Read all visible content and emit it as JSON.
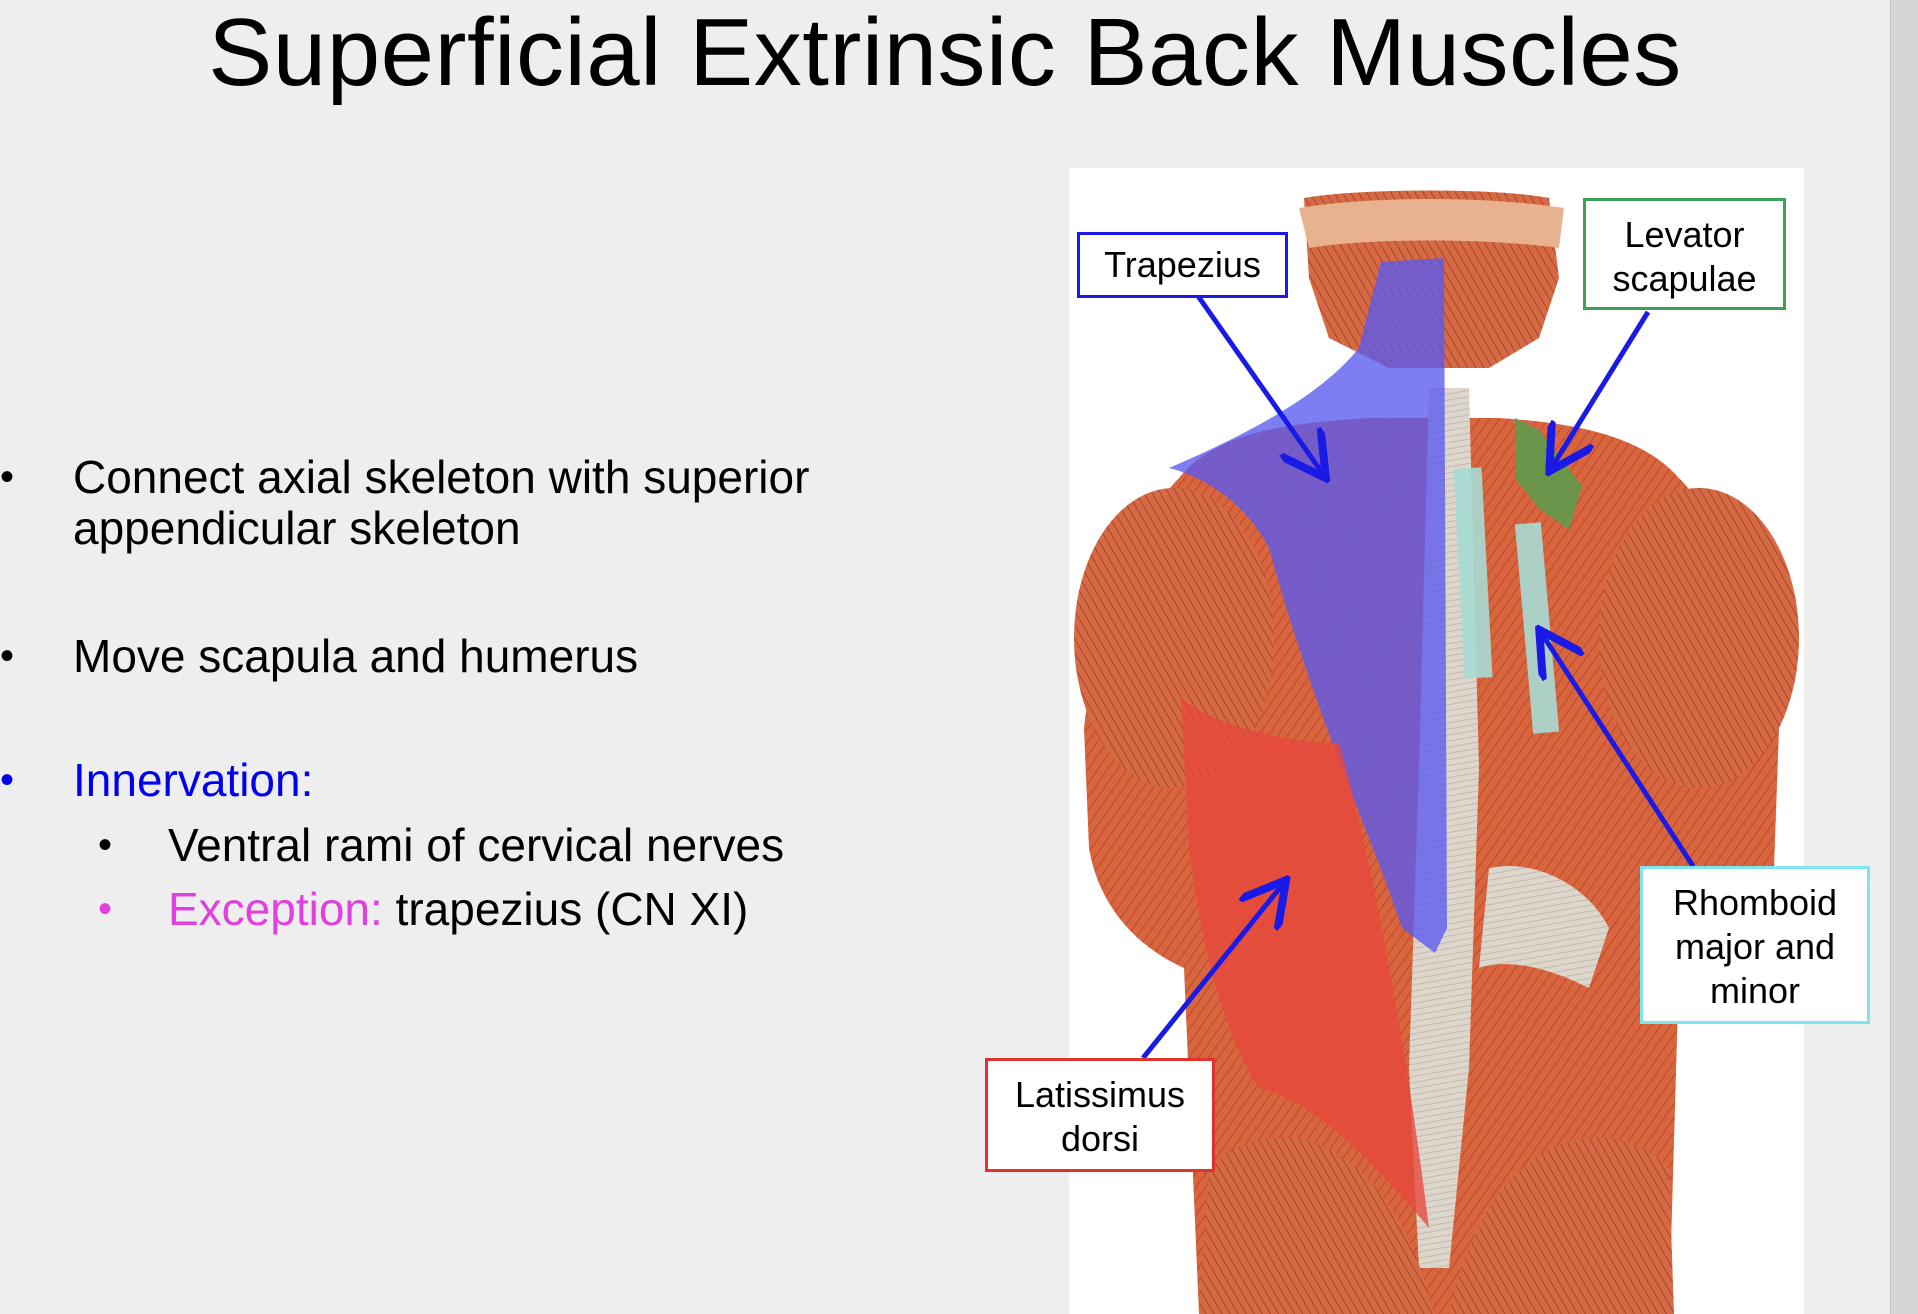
{
  "slide": {
    "title": "Superficial Extrinsic Back Muscles"
  },
  "bullets": {
    "b1_line1": "Connect axial skeleton with superior",
    "b1_line2": "appendicular skeleton",
    "b2": "Move scapula and humerus",
    "b3": "Innervation:",
    "sub1": "Ventral rami of cervical nerves",
    "sub2_prefix": "Exception:",
    "sub2_rest": " trapezius (CN XI)",
    "marker": "•"
  },
  "labels": {
    "trapezius": "Trapezius",
    "levator_1": "Levator",
    "levator_2": "scapulae",
    "rhomboid_1": "Rhomboid",
    "rhomboid_2": "major and",
    "rhomboid_3": "minor",
    "latissimus_1": "Latissimus",
    "latissimus_2": "dorsi"
  },
  "colors": {
    "trapezius": "#1a1ae6",
    "levator": "#3aa05a",
    "rhomboid": "#7fe5f0",
    "latissimus": "#e0332b",
    "innervation": "#0000ee",
    "exception": "#e040e0"
  }
}
